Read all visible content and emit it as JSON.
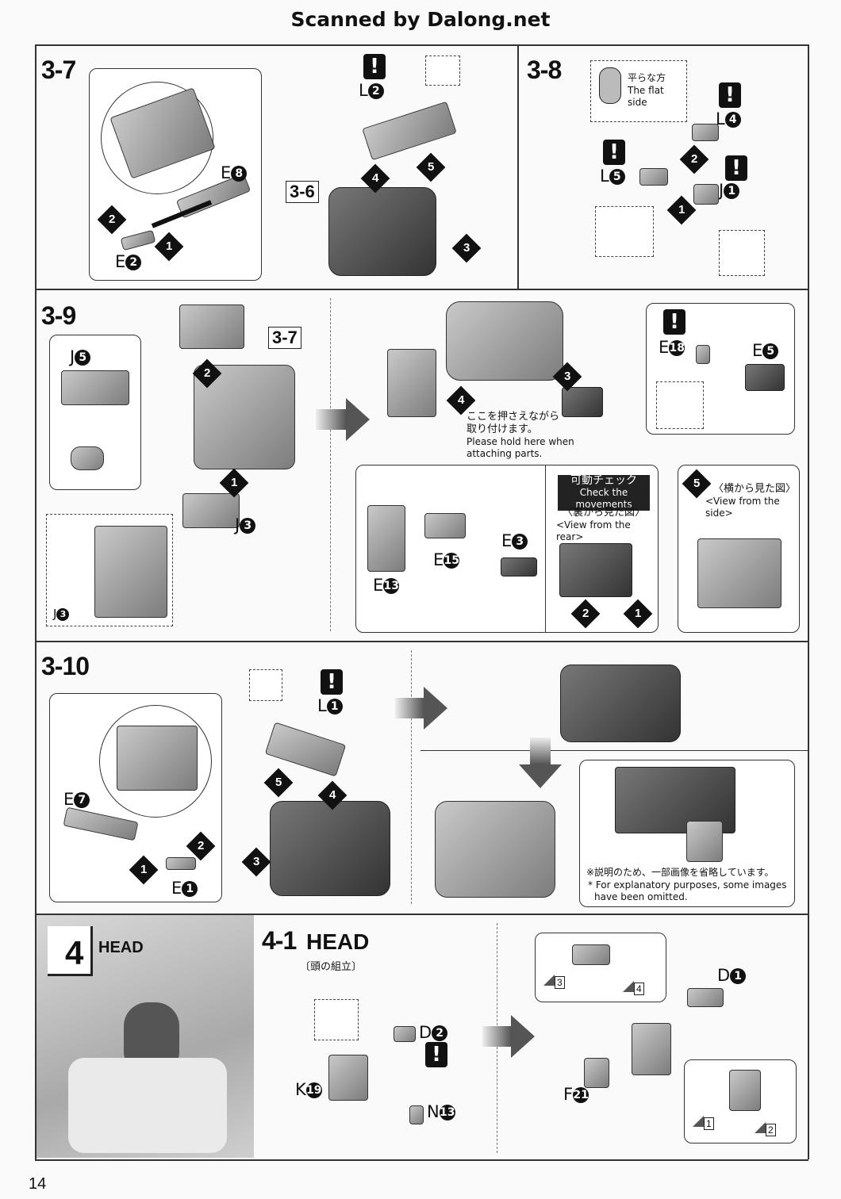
{
  "header": {
    "title": "Scanned by Dalong.net"
  },
  "steps": {
    "s37": {
      "label": "3-7",
      "parts": {
        "e8": "E",
        "e8n": "8",
        "e2": "E",
        "e2n": "2",
        "l2": "L",
        "l2n": "2",
        "ref": "3-6"
      },
      "order": [
        "1",
        "2",
        "3",
        "4",
        "5"
      ]
    },
    "s38": {
      "label": "3-8",
      "flat_jp": "平らな方",
      "flat_en": "The flat side",
      "parts": {
        "l4": "L",
        "l4n": "4",
        "l5": "L",
        "l5n": "5",
        "j1": "J",
        "j1n": "1"
      }
    },
    "s39": {
      "label": "3-9",
      "ref": "3-7",
      "parts": {
        "j5": "J",
        "j5n": "5",
        "j3": "J",
        "j3n": "3",
        "j3b": "J",
        "j3bn": "3",
        "e18": "E",
        "e18n": "18",
        "e5": "E",
        "e5n": "5",
        "e3": "E",
        "e3n": "3",
        "e15": "E",
        "e15n": "15",
        "e13": "E",
        "e13n": "13"
      },
      "hold_jp1": "ここを押さえながら",
      "hold_jp2": "取り付けます。",
      "hold_en1": "Please hold here when",
      "hold_en2": "attaching parts.",
      "check_jp": "可動チェック",
      "check_en": "Check the movements",
      "rear_jp": "〈裏から見た図〉",
      "rear_en": "<View from the rear>",
      "side_jp": "〈横から見た図〉",
      "side_en": "<View from the side>",
      "side_step": "5"
    },
    "s310": {
      "label": "3-10",
      "parts": {
        "e7": "E",
        "e7n": "7",
        "e1": "E",
        "e1n": "1",
        "l1": "L",
        "l1n": "1"
      },
      "note_jp": "※説明のため、一部画像を省略しています。",
      "note_en1": "* For explanatory purposes, some images",
      "note_en2": "have been omitted."
    },
    "s4": {
      "num": "4",
      "title": "HEAD"
    },
    "s41": {
      "label": "4-1",
      "title": "HEAD",
      "sub_jp": "〔頭の組立〕",
      "parts": {
        "d2": "D",
        "d2n": "2",
        "k19": "K",
        "k19n": "19",
        "n13": "N",
        "n13n": "13",
        "d1": "D",
        "d1n": "1",
        "f21": "F",
        "f21n": "21"
      },
      "refs": [
        "3",
        "4",
        "1",
        "2"
      ]
    }
  },
  "page_number": "14"
}
